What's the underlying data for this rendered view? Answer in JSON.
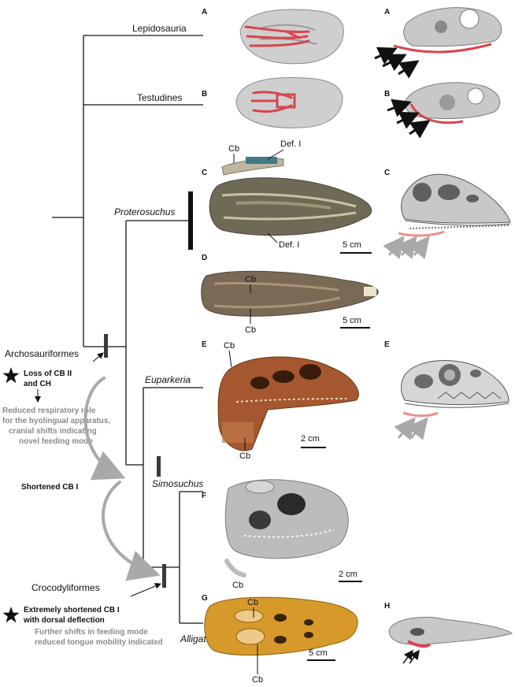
{
  "taxa": {
    "lepidosauria": "Lepidosauria",
    "testudines": "Testudines",
    "proterosuchus": "Proterosuchus",
    "euparkeria": "Euparkeria",
    "simosuchus": "Simosuchus",
    "alligator": "Alligator"
  },
  "nodes": {
    "archosauriformes": "Archosauriformes",
    "crocodyliformes": "Crocodyliformes"
  },
  "events": {
    "loss_line1": "Loss of CB II",
    "loss_line2": "and CH",
    "reduced_line1": "Reduced respiratory role",
    "reduced_line2": "for the hyolingual apparatus,",
    "reduced_line3": "cranial shifts indicating",
    "reduced_line4": "novel feeding mode",
    "shortened": "Shortened CB I",
    "extreme_line1": "Extremely shortened CB I",
    "extreme_line2": "with dorsal deflection",
    "further_line1": "Further shifts in feeding mode",
    "further_line2": "reduced tongue mobility indicated"
  },
  "panels": {
    "left": [
      "A",
      "B",
      "C",
      "D",
      "E",
      "F",
      "G"
    ],
    "right": [
      "A",
      "B",
      "C",
      "E",
      "H"
    ]
  },
  "annotations": {
    "cb": "Cb",
    "def": "Def. I",
    "scale_5cm": "5 cm",
    "scale_2cm": "2 cm"
  },
  "colors": {
    "hyoid_red": "#d9454f",
    "grey_arrow": "#a9a9a9",
    "node_bar": "#3a3a3a",
    "euparkeria_fossil": "#a5582f",
    "alligator_skull": "#d79a2a",
    "proterosuchus_fossil": "#6f6a55",
    "d_fossil": "#7a6a55"
  }
}
